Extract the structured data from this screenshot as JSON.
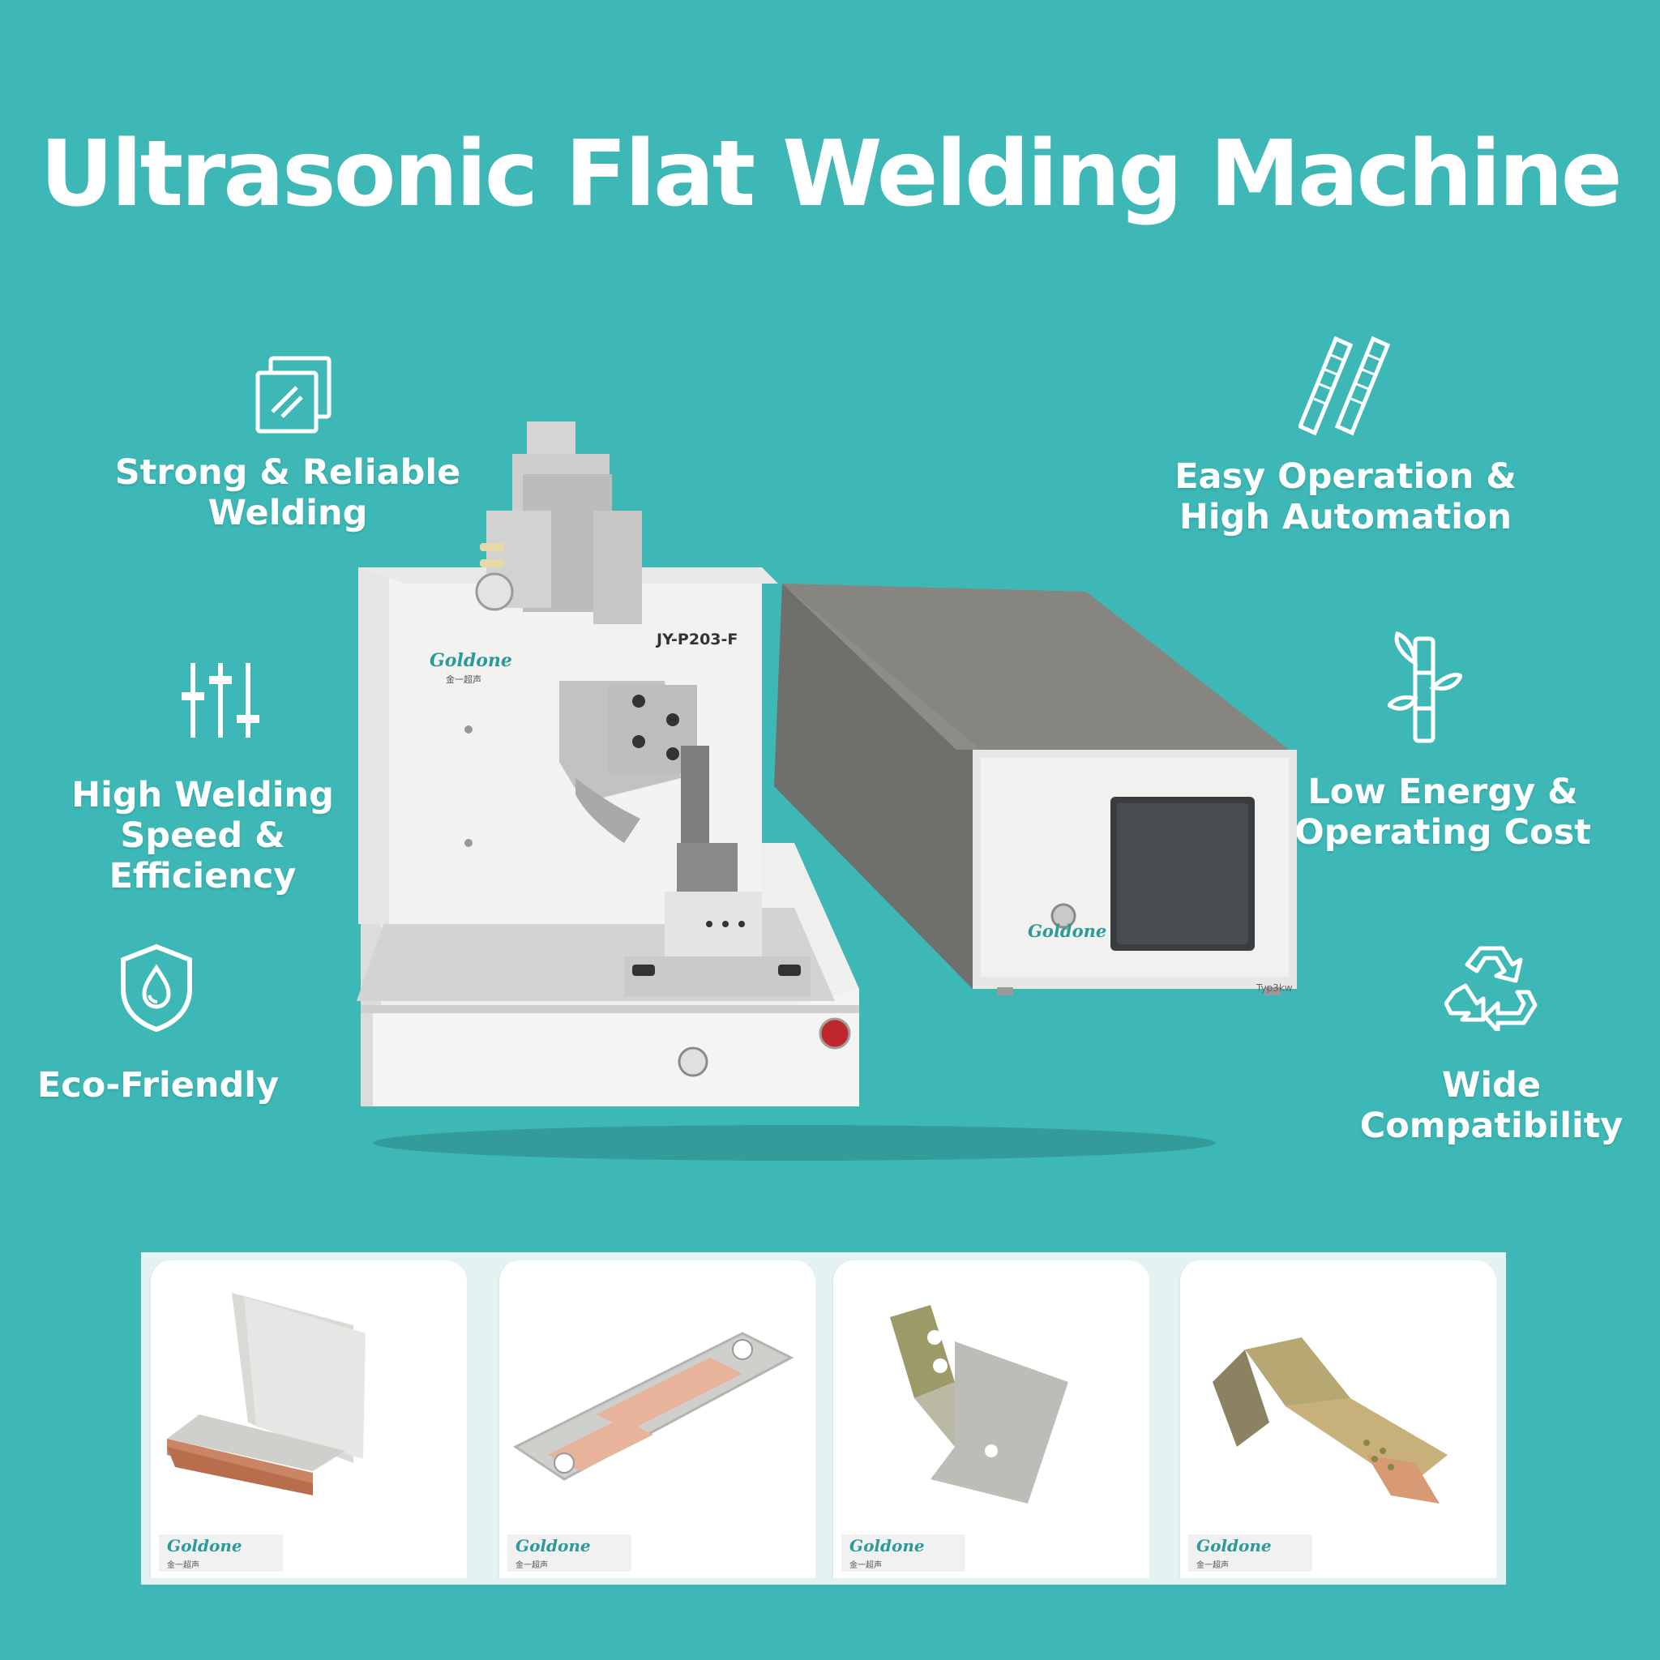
{
  "title": "Ultrasonic Flat Welding Machine",
  "features": {
    "strong": "Strong & Reliable\nWelding",
    "speed": "High Welding\nSpeed &\nEfficiency",
    "eco": "Eco-Friendly",
    "easy": "Easy Operation &\nHigh Automation",
    "energy": "Low Energy &\nOperating Cost",
    "compat": "Wide\nCompatibility"
  },
  "machine": {
    "brand": "Goldone",
    "brand_cn": "金一超声",
    "model": "JY-P203-F",
    "generator_label": "Typ3kw"
  },
  "colors": {
    "background": "#3db8b6",
    "accent": "#2c9a9a"
  },
  "samples": [
    {
      "logo": "Goldone",
      "logo_cn": "金一超声"
    },
    {
      "logo": "Goldone",
      "logo_cn": "金一超声"
    },
    {
      "logo": "Goldone",
      "logo_cn": "金一超声"
    },
    {
      "logo": "Goldone",
      "logo_cn": "金一超声"
    }
  ]
}
